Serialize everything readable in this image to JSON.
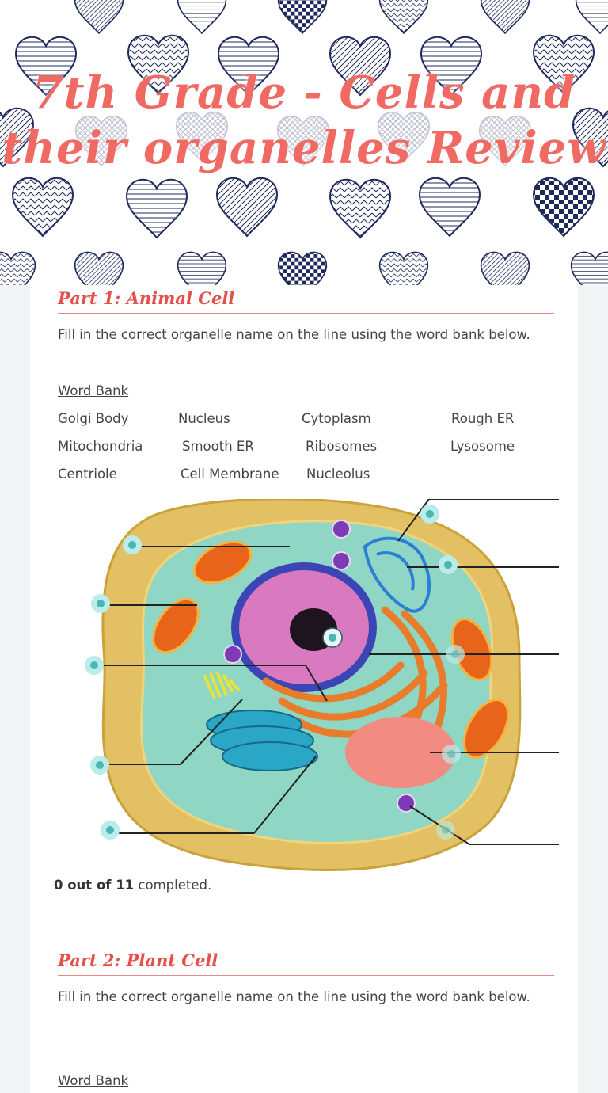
{
  "header": {
    "title": "7th Grade - Cells and their organelles Review",
    "title_color": "#f06a63"
  },
  "part1": {
    "heading": "Part 1:  Animal Cell",
    "instructions": "Fill in the correct organelle name on the line using the word bank below.",
    "word_bank_title": "Word Bank",
    "word_bank_rows": [
      [
        "Golgi Body",
        "Nucleus",
        "Cytoplasm",
        "Rough ER"
      ],
      [
        "Mitochondria",
        "Smooth ER",
        "Ribosomes",
        "Lysosome"
      ],
      [
        "Centriole",
        "Cell Membrane",
        "Nucleolus"
      ]
    ],
    "diagram_icon": "animal-cell-diagram",
    "progress": {
      "count_text": "0 out of 11",
      "suffix": " completed.",
      "completed": 0,
      "total": 11
    }
  },
  "part2": {
    "heading": "Part 2:  Plant Cell",
    "instructions": "Fill in the correct organelle name on the line using the word bank below.",
    "word_bank_title": "Word Bank"
  },
  "colors": {
    "accent": "#e5504a",
    "hotspot": "#4bb7b2",
    "heart_outline": "#1f2a5c"
  }
}
